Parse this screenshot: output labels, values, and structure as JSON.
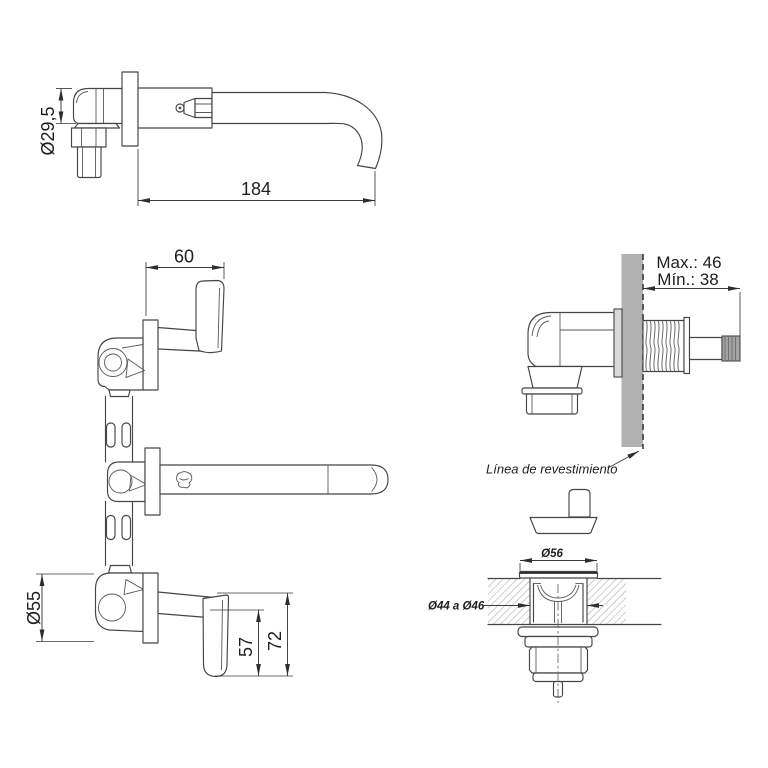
{
  "drawing": {
    "type": "faucet installation technical drawing",
    "background_color": "#ffffff",
    "line_color": "#454545",
    "wall_color": "#b1b1b1",
    "spline_color": "#a3a3a3",
    "views": {
      "spout_side": {
        "name": "spout-side-view",
        "dims": {
          "diameter": "Ø29,5",
          "length": "184"
        }
      },
      "front": {
        "name": "front-view",
        "dims": {
          "handle_length": "60",
          "escutcheon_diameter": "Ø55",
          "handle_drop": "57",
          "handle_total_drop": "72"
        }
      },
      "wall_section": {
        "name": "wall-section-view",
        "dims": {
          "max_depth": "Max.: 46",
          "min_depth": "Mín.: 38"
        },
        "finish_line_label": "Línea de revestimiento"
      },
      "drain": {
        "name": "drain-detail-view",
        "dims": {
          "flange_diameter": "Ø56",
          "hole_diameter": "Ø44 a Ø46"
        }
      }
    }
  }
}
